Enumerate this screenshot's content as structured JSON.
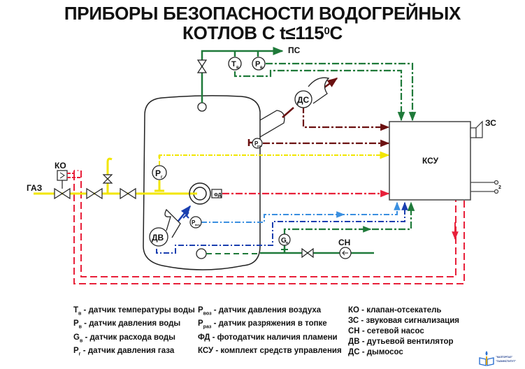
{
  "title": {
    "line1": "ПРИБОРЫ БЕЗОПАСНОСТИ ВОДОГРЕЙНЫХ",
    "line2_prefix": "КОТЛОВ С t≤115",
    "line2_sup": "0",
    "line2_suffix": "С"
  },
  "labels": {
    "ps": "ПС",
    "gas": "ГАЗ",
    "ko": "КО",
    "ksu": "КСУ",
    "zs": "ЗС",
    "sn": "СН",
    "ds": "ДС",
    "dv": "ДВ",
    "fd": "ФД",
    "tv_main": "Т",
    "tv_sub": "в",
    "pv_main": "Р",
    "pv_sub": "в",
    "pg_main": "Р",
    "pg_sub": "г",
    "pvoz_main": "Р",
    "pvoz_sub": "воз",
    "praz_main": "Р",
    "praz_sub": "раз",
    "gv_main": "G",
    "gv_sub": "в",
    "out2": "2"
  },
  "colors": {
    "water": "#1f7a3a",
    "gas": "#f2e600",
    "flue": "#6b1010",
    "air_dark": "#1a3fb0",
    "air_light": "#3a8fe0",
    "alarm": "#e8203a",
    "outline": "#222222"
  },
  "legend": {
    "col1": [
      {
        "sym": "Т",
        "sub": "в",
        "text": " - датчик температуры воды"
      },
      {
        "sym": "Р",
        "sub": "в",
        "text": " - датчик давления воды"
      },
      {
        "sym": "G",
        "sub": "в",
        "text": " - датчик расхода воды"
      },
      {
        "sym": "Р",
        "sub": "г",
        "text": " - датчик давления газа"
      }
    ],
    "col2": [
      {
        "sym": "Р",
        "sub": "воз",
        "text": " - датчик давления воздуха"
      },
      {
        "sym": "Р",
        "sub": "раз",
        "text": " - датчик разряжения в топке"
      },
      {
        "sym": "ФД",
        "sub": "",
        "text": " - фотодатчик наличия пламени"
      },
      {
        "sym": "КСУ",
        "sub": "",
        "text": " - комплект средств управления"
      }
    ],
    "col3": [
      {
        "sym": "КО",
        "sub": "",
        "text": " - клапан-отсекатель"
      },
      {
        "sym": "ЗС",
        "sub": "",
        "text": " - звуковая сигнализация"
      },
      {
        "sym": "СН",
        "sub": "",
        "text": " - сетевой насос"
      },
      {
        "sym": "ДВ",
        "sub": "",
        "text": " - дутьевой вентилятор"
      },
      {
        "sym": "ДС",
        "sub": "",
        "text": " - дымосос"
      }
    ]
  },
  "logo": {
    "line1": "\"КАЗТОРГАЗ\"",
    "line2": "\"ГАЗИНСТИТУТ\""
  }
}
